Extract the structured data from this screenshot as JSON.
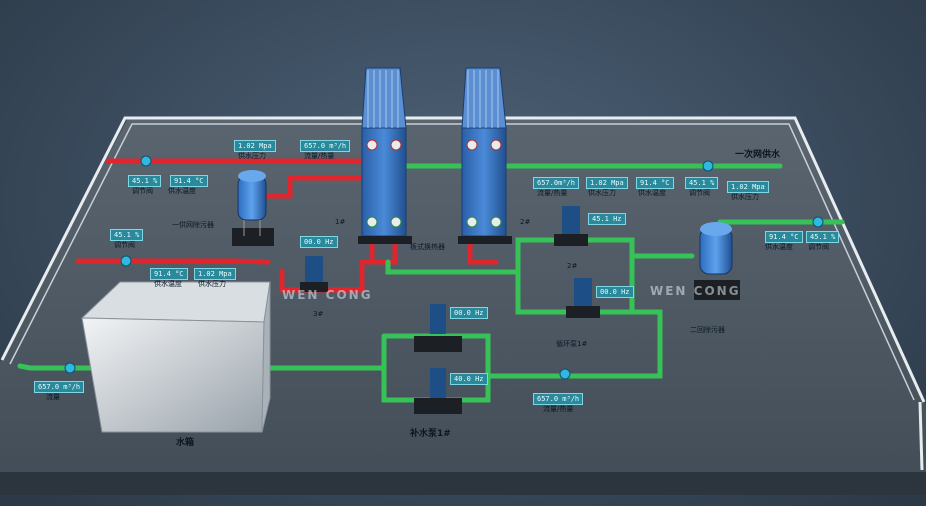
{
  "labels": {
    "primary_supply": "一次网供水",
    "primary_return_filter": "一供网除污器",
    "secondary_filter": "二回除污器",
    "plate_hx": "板式换热器",
    "tank": "水箱",
    "makeup_pump": "补水泵1#",
    "circ_pump": "循环泵1#",
    "hx1_tag": "1#",
    "hx2_tag": "2#",
    "pump2_tag": "2#",
    "pump3_tag": "3#"
  },
  "instruments": {
    "valve_left_top": {
      "value": "45.1 %",
      "label": "调节阀"
    },
    "temp_left_top": {
      "value": "91.4 °C",
      "label": "供水温度"
    },
    "press_left_top": {
      "value": "1.02 Mpa",
      "label": "供水压力"
    },
    "flow_top": {
      "value": "657.0 m³/h",
      "label": "流量/热量"
    },
    "valve_left_mid": {
      "value": "45.1 %",
      "label": "调节阀"
    },
    "temp_left_mid": {
      "value": "91.4 °C",
      "label": "供水温度"
    },
    "press_left_mid": {
      "value": "1.02 Mpa",
      "label": "供水压力"
    },
    "freq_pump3": {
      "value": "00.0 Hz"
    },
    "flow_right": {
      "value": "657.0m³/h",
      "label": "流量/热量"
    },
    "press_right": {
      "value": "1.02 Mpa",
      "label": "供水压力"
    },
    "temp_right": {
      "value": "91.4 °C",
      "label": "供水温度"
    },
    "valve_right": {
      "value": "45.1 %",
      "label": "调节阀"
    },
    "press_right2": {
      "value": "1.02 Mpa",
      "label": "供水压力"
    },
    "freq_pump2": {
      "value": "45.1 Hz"
    },
    "freq_circ1": {
      "value": "00.0 Hz"
    },
    "temp_far_right": {
      "value": "91.4 °C",
      "label": "供水温度"
    },
    "valve_far_right": {
      "value": "45.1 %",
      "label": "调节阀"
    },
    "freq_makeup_top": {
      "value": "00.0 Hz"
    },
    "freq_makeup_bottom": {
      "value": "40.0 Hz"
    },
    "flow_bottom": {
      "value": "657.0 m³/h",
      "label": "流量/热量"
    },
    "flow_tank": {
      "value": "657.0 m³/h",
      "label": "流量"
    }
  },
  "watermark": "WEN CONG",
  "colors": {
    "hot_pipe": "#e0262c",
    "cool_pipe": "#37c257",
    "platform": "#4a5561",
    "equipment": "#2f6fb8"
  }
}
